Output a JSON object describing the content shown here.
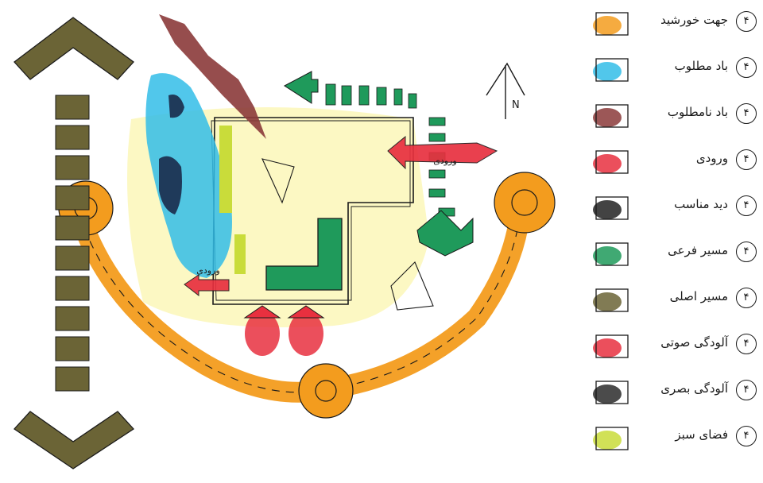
{
  "legend": {
    "items": [
      {
        "label": "جهت خورشید",
        "number": "۴",
        "color": "#f39c1e",
        "icon": "sun-path-icon"
      },
      {
        "label": "باد مطلوب",
        "number": "۴",
        "color": "#33bde8",
        "icon": "favorable-wind-icon"
      },
      {
        "label": "باد نامطلوب",
        "number": "۴",
        "color": "#8b3a3a",
        "icon": "unfavorable-wind-icon"
      },
      {
        "label": "ورودی",
        "number": "۴",
        "color": "#e8303f",
        "icon": "entrance-icon"
      },
      {
        "label": "دید مناسب",
        "number": "۴",
        "color": "#222222",
        "icon": "good-view-icon"
      },
      {
        "label": "مسیر فرعی",
        "number": "۴",
        "color": "#1f9a5b",
        "icon": "secondary-path-icon"
      },
      {
        "label": "مسیر اصلی",
        "number": "۴",
        "color": "#6b6436",
        "icon": "main-path-icon"
      },
      {
        "label": "آلودگی صوتی",
        "number": "۴",
        "color": "#e8303f",
        "icon": "noise-pollution-icon"
      },
      {
        "label": "آلودگی بصری",
        "number": "۴",
        "color": "#2b2b2b",
        "icon": "visual-pollution-icon"
      },
      {
        "label": "فضای سبز",
        "number": "۴",
        "color": "#c9dc3a",
        "icon": "green-space-icon"
      }
    ]
  },
  "plan": {
    "north_label": "N",
    "entrance_label_top": "ورودی",
    "entrance_label_bottom": "ورودی"
  },
  "colors": {
    "main_path": "#6b6436",
    "sun_path": "#f39c1e",
    "favorable_wind": "#33bde8",
    "unfavorable_wind": "#8b3a3a",
    "secondary_path": "#1f9a5b",
    "entrance": "#e8303f",
    "green_space": "#c9dc3a",
    "site_fill": "#fbf7b8",
    "ink": "#1a1a1a"
  }
}
